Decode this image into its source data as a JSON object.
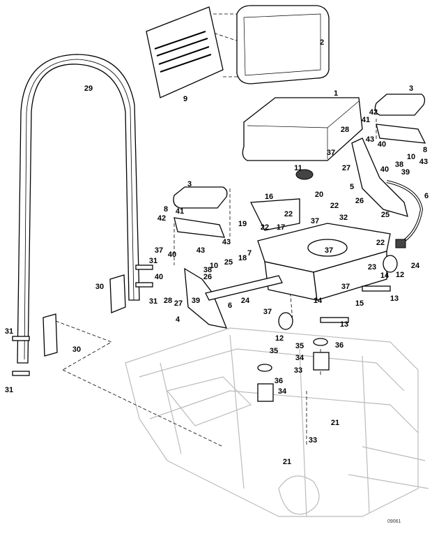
{
  "diagram": {
    "callouts": [
      "2",
      "9",
      "29",
      "1",
      "3",
      "42",
      "41",
      "28",
      "43",
      "40",
      "8",
      "10",
      "43",
      "37",
      "38",
      "27",
      "40",
      "39",
      "11",
      "5",
      "20",
      "26",
      "6",
      "3",
      "16",
      "22",
      "22",
      "41",
      "8",
      "42",
      "19",
      "22",
      "17",
      "37",
      "32",
      "25",
      "22",
      "43",
      "7",
      "18",
      "37",
      "40",
      "43",
      "37",
      "10",
      "38",
      "31",
      "40",
      "25",
      "26",
      "23",
      "12",
      "14",
      "39",
      "28",
      "27",
      "31",
      "30",
      "24",
      "37",
      "14",
      "15",
      "13",
      "6",
      "4",
      "37",
      "13",
      "24",
      "12",
      "31",
      "30",
      "35",
      "35",
      "36",
      "34",
      "33",
      "36",
      "34",
      "31",
      "21",
      "33",
      "21"
    ],
    "drawing_number": "09061"
  }
}
